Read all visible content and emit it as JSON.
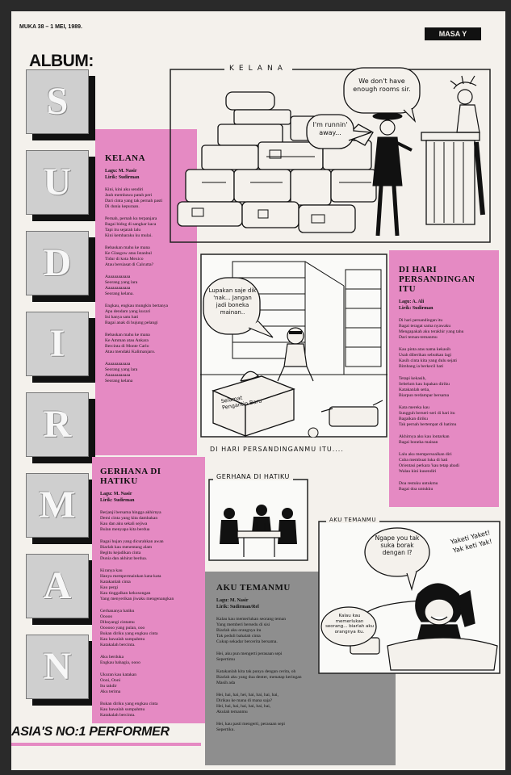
{
  "header": {
    "issue_line": "MUKA 38 – 1 MEI, 1989.",
    "logo_text": "MASA Y"
  },
  "album_label": "ALBUM:",
  "side_letters": [
    "S",
    "U",
    "D",
    "I",
    "R",
    "M",
    "A",
    "N"
  ],
  "bottom_banner": "ASIA'S NO:1 PERFORMER",
  "songs": {
    "kelana": {
      "title": "KELANA",
      "credits": [
        "Lagu: M. Nasir",
        "Lirik: Sudirman"
      ],
      "stanzas": [
        "Kini, kini aku sendiri\nJauh membawa patah peri\nDari cinta yang tak pernah pasti\nDi dunia kepuraan.",
        "Pernah, pernah ku terpanjara\nBagai bidog di sangkar kaca\nTapi itu sejarah lalu\nKini kembaraku ku mulai.",
        "Bebaskan mahu ke mana\nKe Glasgow atau Istanbul\nTidur di kota Mexico\nAtau bersiasat di Calcutta?",
        "Aaaaaaaaaaaa\nSeorang yang lara\nAaaaaaaaaaaa\nSeorang kelana.",
        "Engkau, engkau mungkin bertanya\nApa dendam yang kucari\nIni hanya satu hati\nBagai anak di hujung pelangi",
        "Bebaskan mahu ke mana\nKe Amman atau Ankara\nBercinta di Monte Carlo\nAtau mendaki Kalimanjaro.",
        "Aaaaaaaaaaaa\nSeorang yang lara\nAaaaaaaaaaaa\nSeorang kelana"
      ]
    },
    "hari_persandingan": {
      "title": "DI HARI PERSANDINGAN ITU",
      "credits": [
        "Lagu: A. Ali",
        "Lirik: Sudirman"
      ],
      "stanzas": [
        "Di hari persandingan itu\nBagai teragat sama nyawaku\nMengapakah aku terakhir yang tahu\nDari teman-temanmu",
        "Kau pinta atas nama kekasih\nUsah diberikan sebutkan lagi\nKasih cinta kita yang dulu sejati\nBimbang ia berkecil hati",
        "Tetapi kekasih,\nSebelum kau lupakan diriku\nKatakanlah setia,\nBiarpun terdampar bersama",
        "Kata mereka kau\nSungguh berseri-seri di hari itu\nBagaikan diriku\nTak pernah bertempat di hatimu",
        "Akhirnya aku kau lontarkan\nBagai boneka mainan",
        "Lalu aku mempersoalkan diri\nCuba membuat luka di hati\nOrientasi perkara 'kau tetap abadi\nWalau kini kusendiri",
        "Doa restuku untukmu\nBagai doa untukku"
      ]
    },
    "gerhana": {
      "title": "GERHANA DI HATIKU",
      "credits": [
        "Lagu: M. Nasir",
        "Lirik: Sudirman"
      ],
      "stanzas": [
        "Berjanji bersama hingga akhirnya\nDemi cinta yang kita dambakan\nKau dan aku sekali sejiwa\nBulan menyapa kita berdua",
        "Bagai hujan yang dicurahkan awan\nBiarlah kau menentang alam\nBegitu kejadikan cinta\nDunia dan akhirat berdua.",
        "Kiranya kau\nHanya mempermainkan kata-kata\nKatakanlah cinta\nKau pergi\nKau tinggalkan kekosongan\nYang menyerikan jiwaku mengenangkan",
        "Gerhananya hatiku\nOoooo\nDibayangi cintamu\nOooooo yang pulan, ooo\nBukan diriku yang engkau cinta\nKau bawalah sumpahmu\nKatakalah bercinta.",
        "Aku berduka\nEngkau bahagia, oooo",
        "Ukuran kau katakan\nOoni, Ooni\nItu takdir\nAku terima",
        "Bukan diriku yang engkau cinta\nKau bawalah sumpahmu\nKatakalah bercinta."
      ]
    },
    "aku_temanmu": {
      "title": "AKU TEMANMU",
      "credits": [
        "Lagu: M. Nasir",
        "Lirik: Sudirman/Rel"
      ],
      "stanzas": [
        "Kalau kau memerlukan seorang teman\nYang memberi bersedu di sisi\nBiarlah aku orangnya itu\nTak peduli bahalah cinta\nCukup sekadar bercerita bersama.",
        "Hei, aku pun mengerti perasaan sepi\nSepertimu",
        "Katakanlah kita tak punya dengan cerita, oh\nBiarlah aku yang dua denter, menatap keringan\nMasih ada",
        "Hei, hai, hai, hei, hai, hai, hai, hai,\nDirikau ke mana di mana saja?\nHei, hai, hai, hai, hai, hai, hai,\nAkulah temanmu",
        "Hei, kau pasti mengerti, perasaan sepi\nSepertiku."
      ]
    }
  },
  "cartoons": {
    "kelana": {
      "caption": "KELANA",
      "bubble_clerk": "We don't have enough rooms sir.",
      "bubble_traveler": "I'm runnin' away..."
    },
    "persandingan": {
      "caption": "DI HARI PERSANDINGANMU ITU....",
      "bubble": "Lupakan saje dik 'nak... Jangan jadi boneka mainan..",
      "box_text": "Selamat Pengantin Baru"
    },
    "gerhana": {
      "caption": "GERHANA DI HATIKU"
    },
    "temanmu": {
      "caption": "AKU TEMANMU",
      "bubble_main": "Ngape you tak suka borak dengan I?",
      "bubble_side": "Yaketi Yaket! Yak keti Yak!",
      "bubble_phone": "Kalau kau memerlukan seorang... biarlah aku orangnya itu."
    }
  }
}
